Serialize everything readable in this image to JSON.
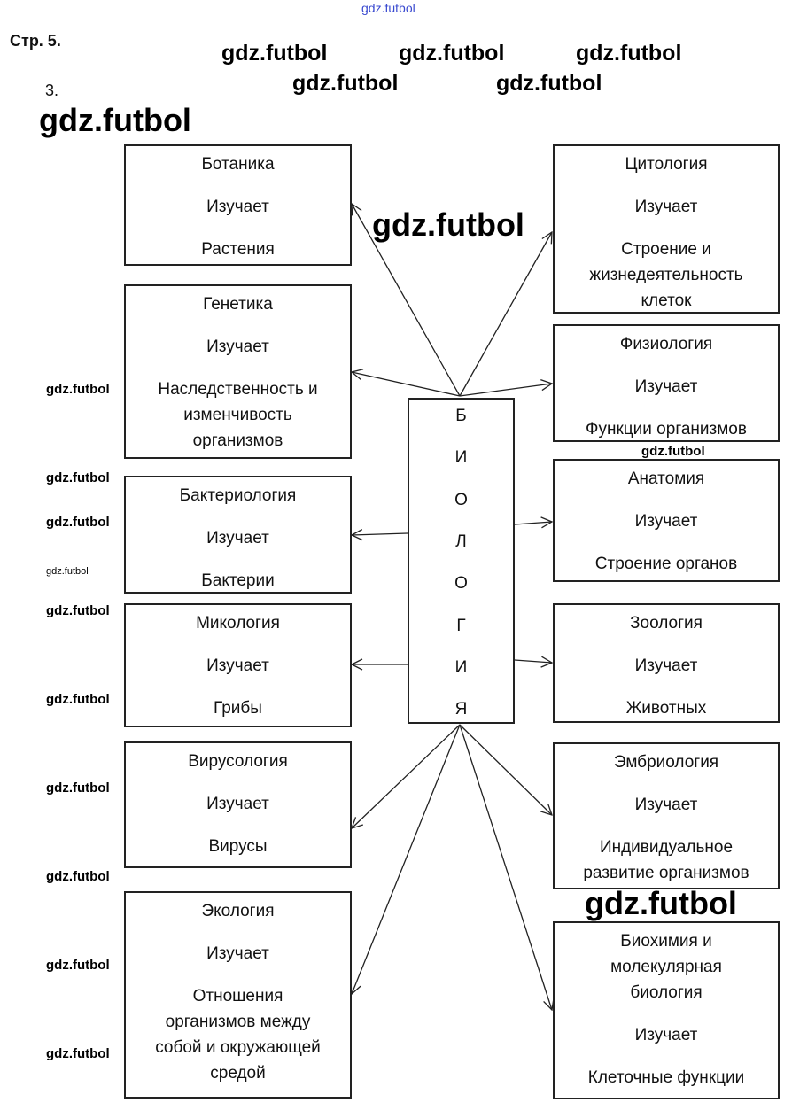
{
  "page_label": "Стр. 5.",
  "task_number": "3.",
  "watermark": "gdz.futbol",
  "center": {
    "letters": [
      "Б",
      "И",
      "О",
      "Л",
      "О",
      "Г",
      "И",
      "Я"
    ]
  },
  "left_boxes": [
    {
      "title": [
        "Ботаника"
      ],
      "verb": "Изучает",
      "object": [
        "Растения"
      ]
    },
    {
      "title": [
        "Генетика"
      ],
      "verb": "Изучает",
      "object": [
        "Наследственность и",
        "изменчивость",
        "организмов"
      ]
    },
    {
      "title": [
        "Бактериология"
      ],
      "verb": "Изучает",
      "object": [
        "Бактерии"
      ]
    },
    {
      "title": [
        "Микология"
      ],
      "verb": "Изучает",
      "object": [
        "Грибы"
      ]
    },
    {
      "title": [
        "Вирусология"
      ],
      "verb": "Изучает",
      "object": [
        "Вирусы"
      ]
    },
    {
      "title": [
        "Экология"
      ],
      "verb": "Изучает",
      "object": [
        "Отношения",
        "организмов между",
        "собой и окружающей",
        "средой"
      ]
    }
  ],
  "right_boxes": [
    {
      "title": [
        "Цитология"
      ],
      "verb": "Изучает",
      "object": [
        "Строение и",
        "жизнедеятельность",
        "клеток"
      ]
    },
    {
      "title": [
        "Физиология"
      ],
      "verb": "Изучает",
      "object": [
        "Функции организмов"
      ]
    },
    {
      "title": [
        "Анатомия"
      ],
      "verb": "Изучает",
      "object": [
        "Строение органов"
      ]
    },
    {
      "title": [
        "Зоология"
      ],
      "verb": "Изучает",
      "object": [
        "Животных"
      ]
    },
    {
      "title": [
        "Эмбриология"
      ],
      "verb": "Изучает",
      "object": [
        "Индивидуальное",
        "развитие организмов"
      ]
    },
    {
      "title": [
        "Биохимия и",
        "молекулярная",
        "биология"
      ],
      "verb": "Изучает",
      "object": [
        "Клеточные функции"
      ]
    }
  ]
}
